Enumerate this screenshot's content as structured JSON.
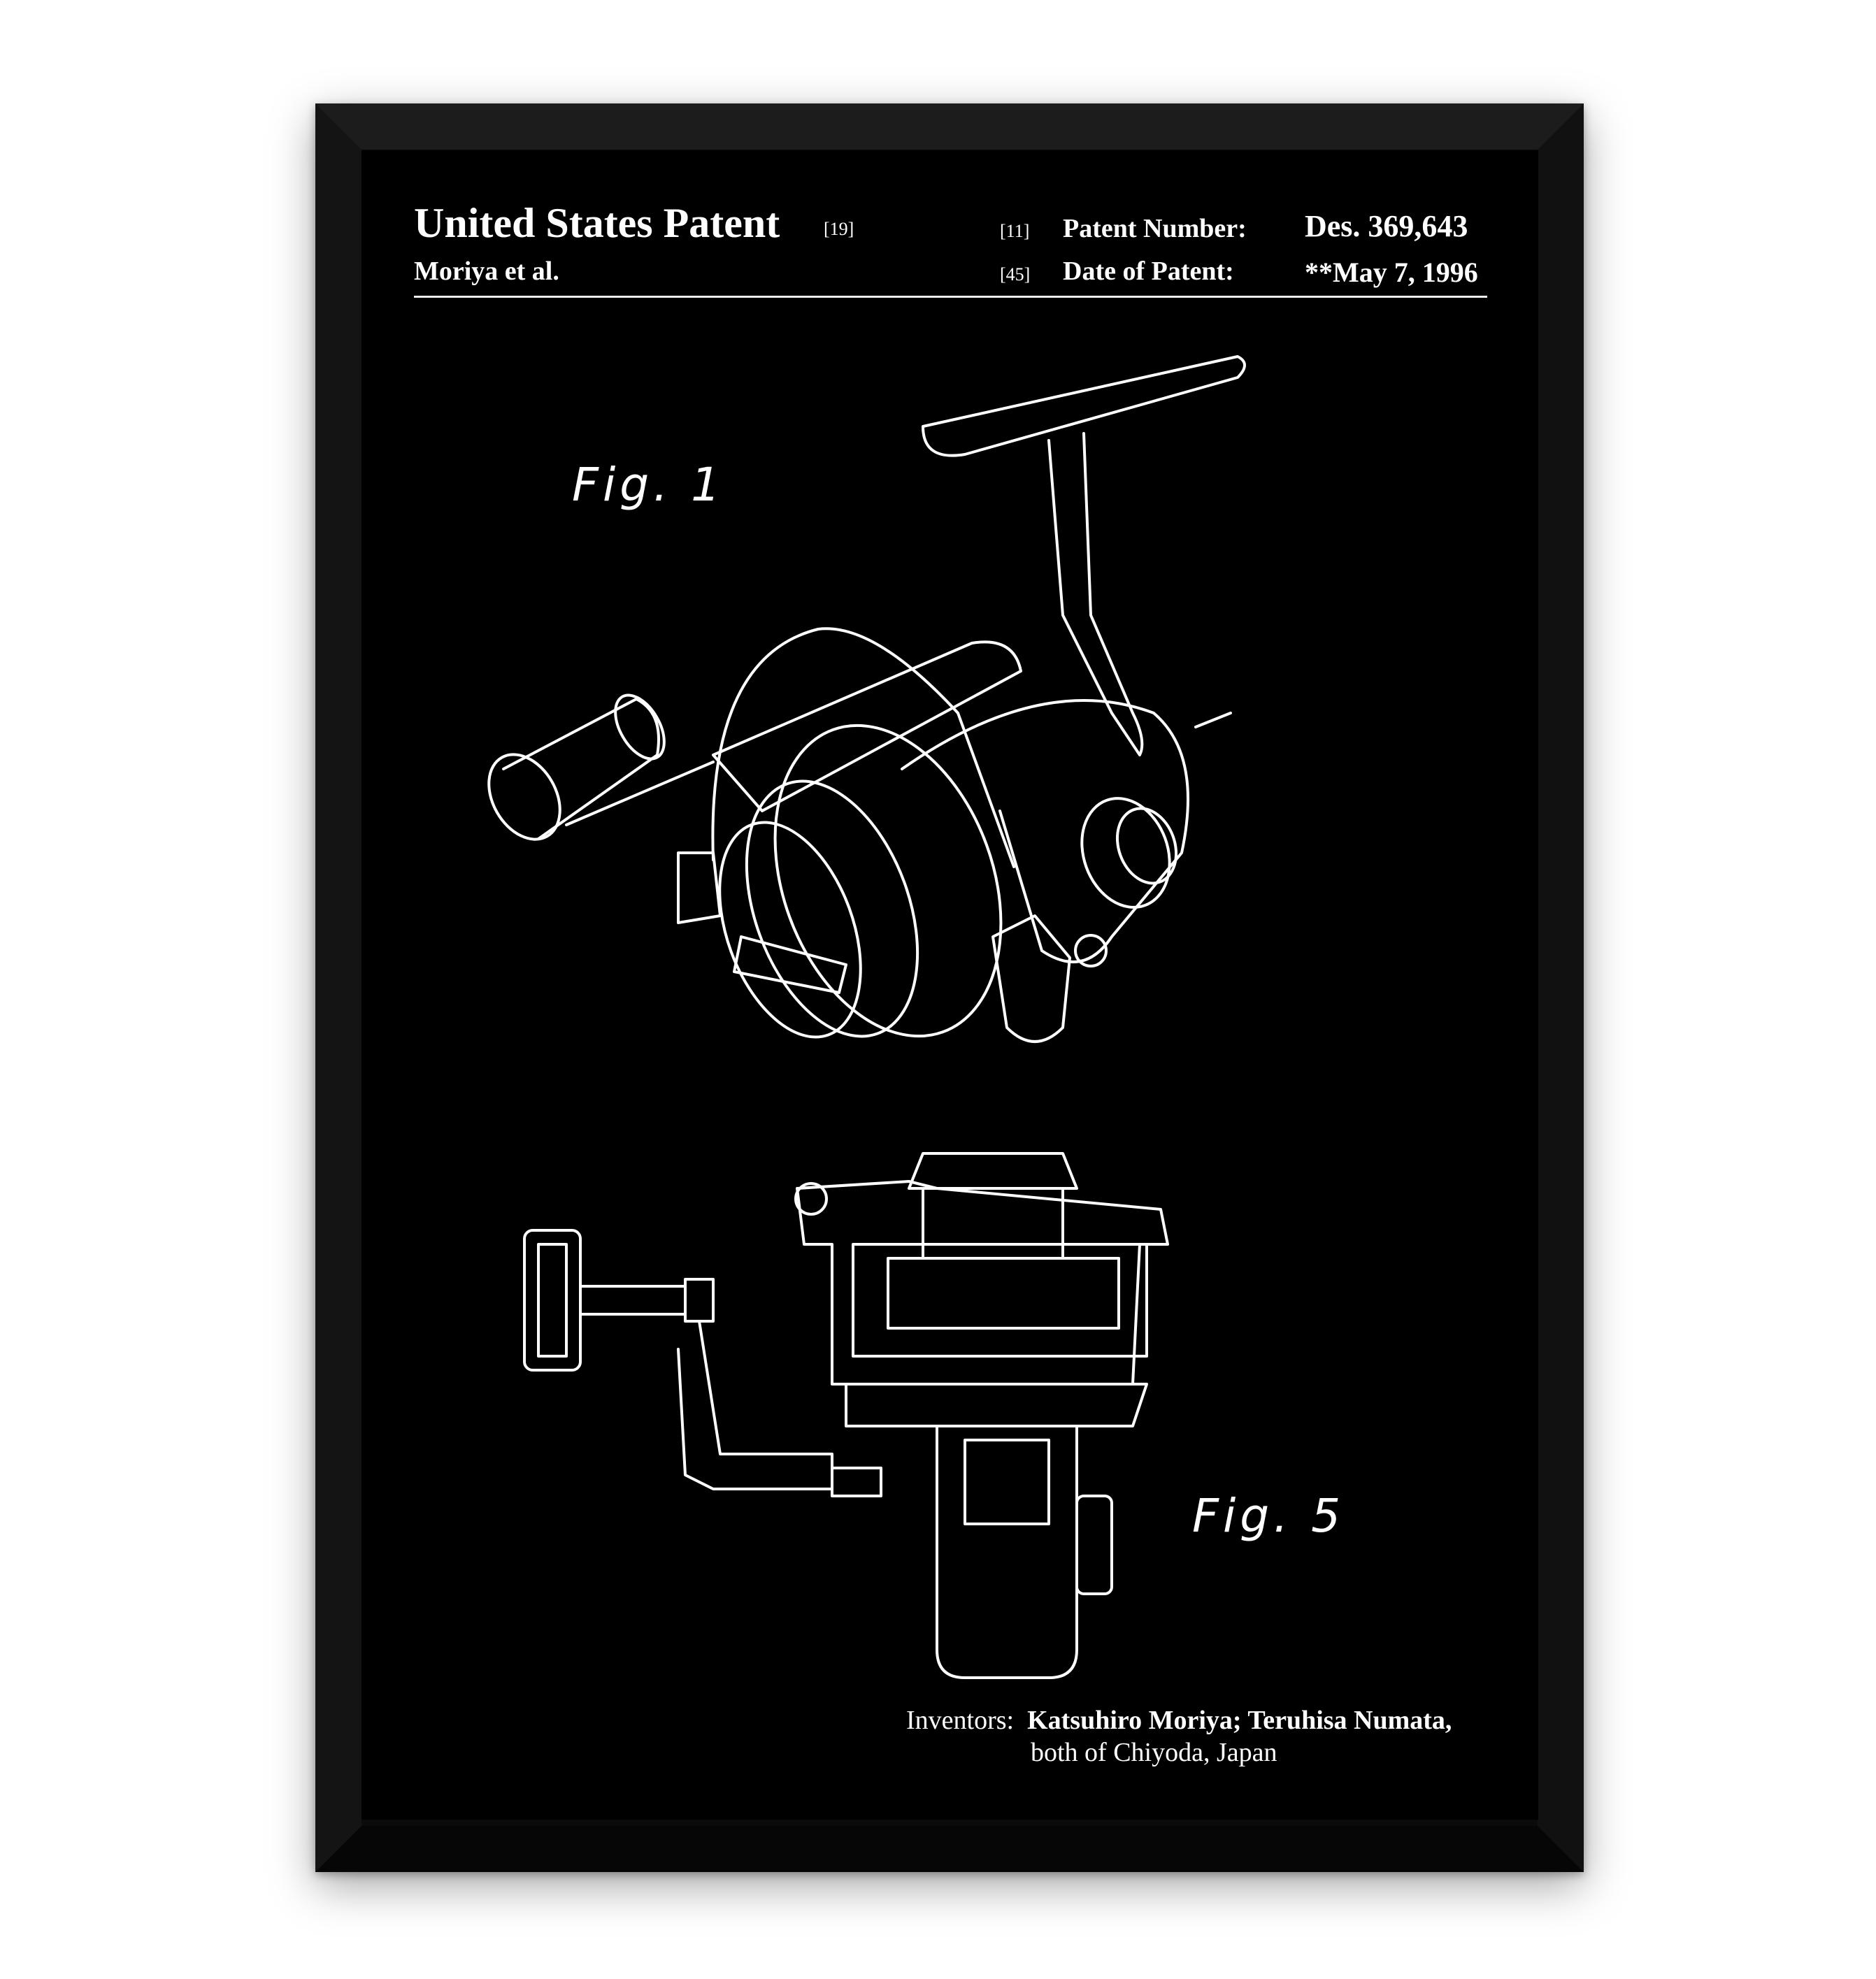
{
  "header": {
    "title": "United States Patent",
    "title_code": "[19]",
    "author": "Moriya et al.",
    "patent_number_code": "[11]",
    "patent_number_label": "Patent Number:",
    "patent_number": "Des. 369,643",
    "date_code": "[45]",
    "date_label": "Date of Patent:",
    "date": "**May 7, 1996"
  },
  "figures": {
    "fig1_label": "Fig. 1",
    "fig5_label": "Fig. 5"
  },
  "inventors": {
    "label": "Inventors:",
    "names": "Katsuhiro Moriya; Teruhisa Numata,",
    "location": "both of Chiyoda, Japan"
  }
}
